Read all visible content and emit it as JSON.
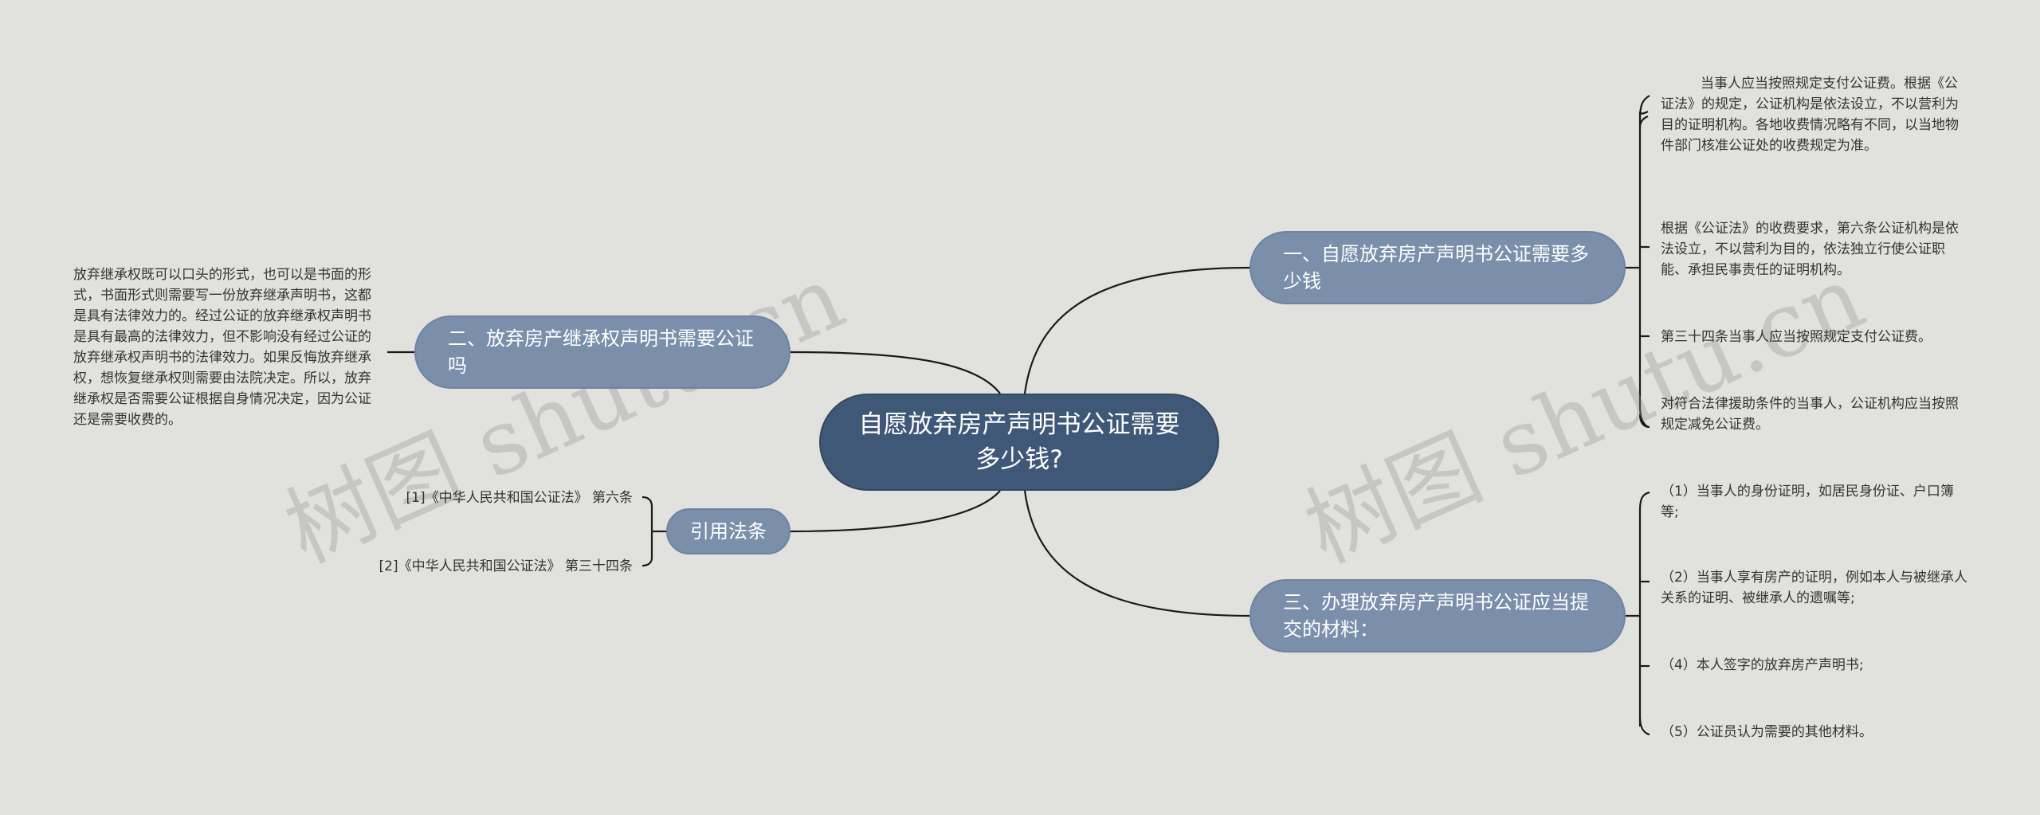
{
  "root": {
    "label": "自愿放弃房产声明书公证需要多少钱?"
  },
  "branches": [
    {
      "label": "一、自愿放弃房产声明书公证需要多少钱",
      "leaves": [
        "当事人应当按照规定支付公证费。根据《公证法》的规定，公证机构是依法设立，不以营利为目的证明机构。各地收费情况略有不同，以当地物件部门核准公证处的收费规定为准。",
        "根据《公证法》的收费要求，第六条公证机构是依法设立，不以营利为目的，依法独立行使公证职能、承担民事责任的证明机构。",
        "第三十四条当事人应当按照规定支付公证费。",
        "对符合法律援助条件的当事人，公证机构应当按照规定减免公证费。"
      ]
    },
    {
      "label": "二、放弃房产继承权声明书需要公证吗",
      "leaves": [
        "放弃继承权既可以口头的形式，也可以是书面的形式，书面形式则需要写一份放弃继承声明书，这都是具有法律效力的。经过公证的放弃继承权声明书是具有最高的法律效力，但不影响没有经过公证的放弃继承权声明书的法律效力。如果反悔放弃继承权，想恢复继承权则需要由法院决定。所以，放弃继承权是否需要公证根据自身情况决定，因为公证还是需要收费的。"
      ]
    },
    {
      "label": "三、办理放弃房产声明书公证应当提交的材料：",
      "leaves": [
        "（1）当事人的身份证明，如居民身份证、户口簿等;",
        "（2）当事人享有房产的证明，例如本人与被继承人关系的证明、被继承人的遗嘱等;",
        "（4）本人签字的放弃房产声明书;",
        "（5）公证员认为需要的其他材料。"
      ]
    },
    {
      "label": "引用法条",
      "leaves": [
        "[1]《中华人民共和国公证法》 第六条",
        "[2]《中华人民共和国公证法》 第三十四条"
      ]
    }
  ],
  "watermark": "树图 shutu.cn",
  "colors": {
    "background": "#e1e2de",
    "root_fill": "#3f5878",
    "branch_fill": "#7b8fab",
    "connector": "#1a1a1a"
  }
}
